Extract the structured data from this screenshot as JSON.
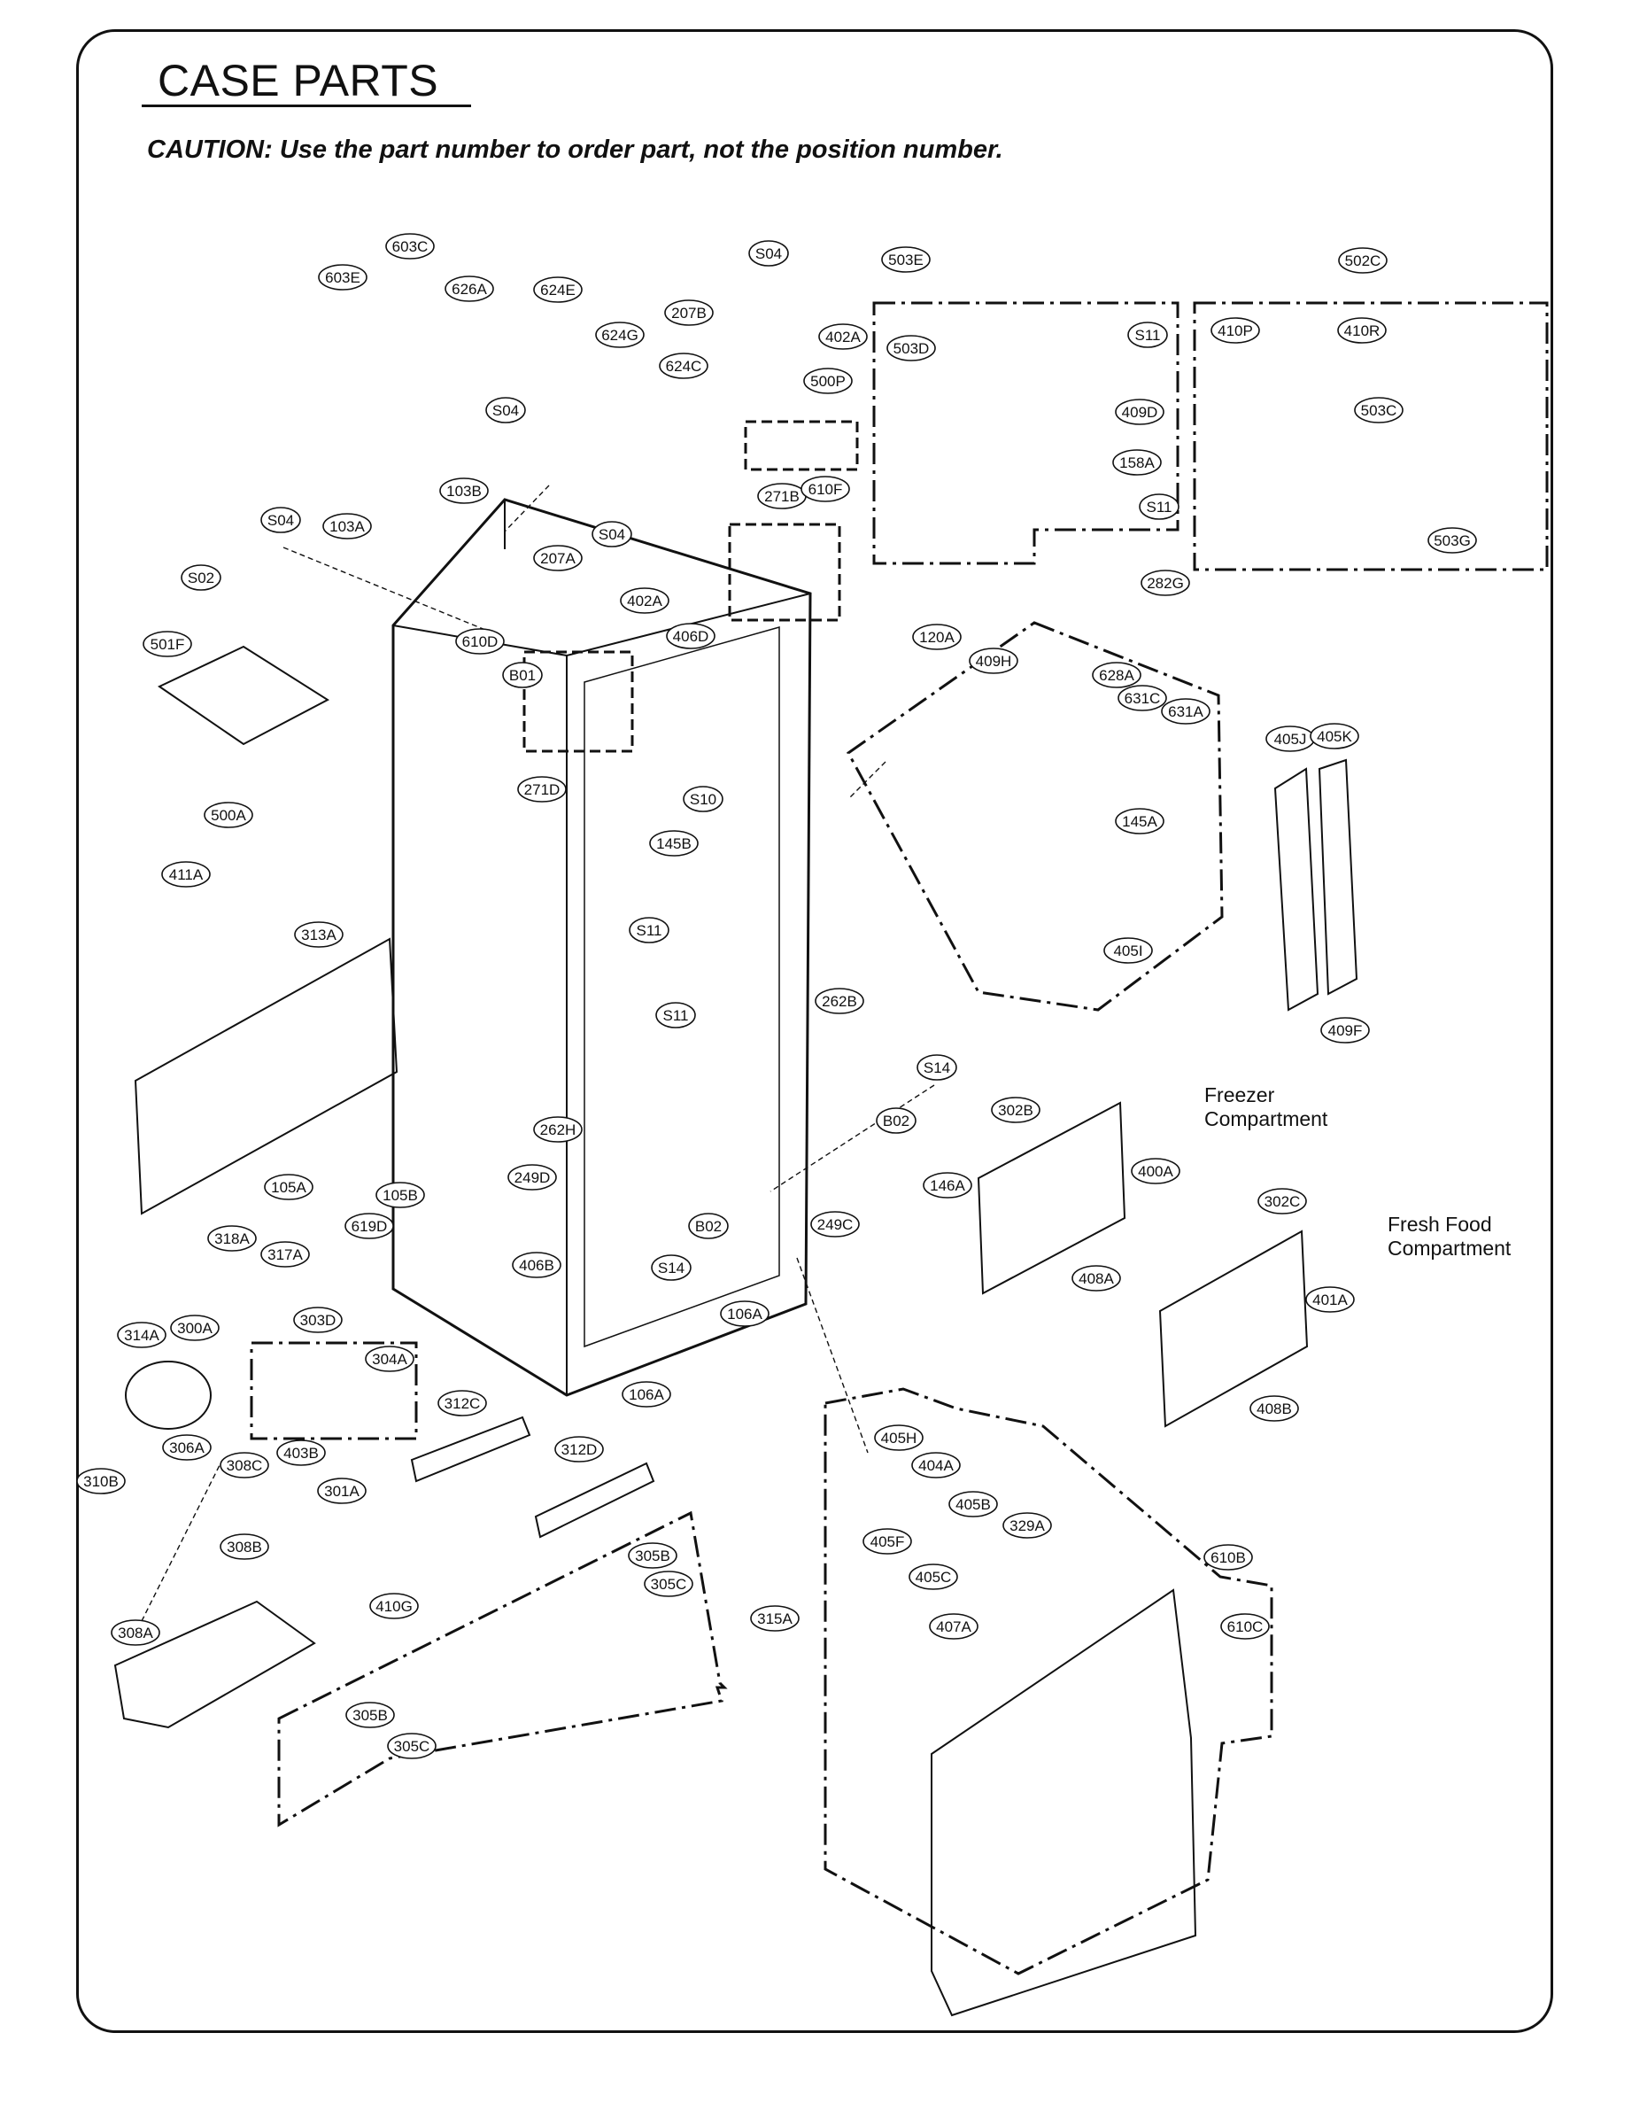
{
  "title": "CASE PARTS",
  "caution": "CAUTION: Use the part number to order part, not the position number.",
  "captions": {
    "freezer": [
      "Freezer",
      "Compartment"
    ],
    "fresh_food": [
      "Fresh Food",
      "Compartment"
    ]
  },
  "labels": [
    "603C",
    "603E",
    "626A",
    "624E",
    "S04",
    "207B",
    "402A",
    "624G",
    "624C",
    "500P",
    "503E",
    "503D",
    "S11",
    "409D",
    "158A",
    "S11",
    "502C",
    "410P",
    "410R",
    "503C",
    "503G",
    "S04",
    "103B",
    "271B",
    "610F",
    "S04",
    "103A",
    "S04",
    "207A",
    "402A",
    "S02",
    "501F",
    "610D",
    "B01",
    "406D",
    "271D",
    "S10",
    "145B",
    "282G",
    "120A",
    "409H",
    "628A",
    "631C",
    "631A",
    "145A",
    "405J",
    "405K",
    "405I",
    "409F",
    "500A",
    "411A",
    "313A",
    "S11",
    "S11",
    "262B",
    "S14",
    "B02",
    "302B",
    "400A",
    "262H",
    "249D",
    "146A",
    "B02",
    "249C",
    "105A",
    "105B",
    "318A",
    "317A",
    "619D",
    "406B",
    "S14",
    "106A",
    "302C",
    "401A",
    "408A",
    "408B",
    "314A",
    "300A",
    "303D",
    "304A",
    "106A",
    "312C",
    "312D",
    "310B",
    "306A",
    "308C",
    "403B",
    "301A",
    "308B",
    "410G",
    "305B",
    "305C",
    "315A",
    "308A",
    "305B",
    "305C",
    "405H",
    "404A",
    "405F",
    "405B",
    "329A",
    "405C",
    "610B",
    "407A",
    "610C"
  ]
}
